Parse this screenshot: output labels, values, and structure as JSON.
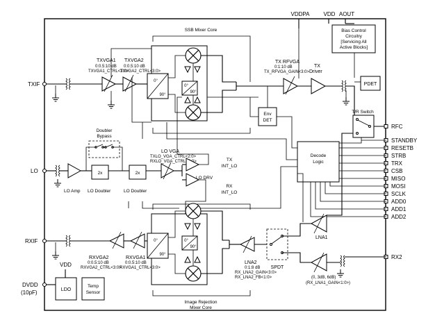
{
  "top_pins": {
    "vddpa": "VDDPA",
    "vdd": "VDD",
    "aout": "AOUT"
  },
  "left_pins": {
    "txif": "TXIF",
    "lo": "LO",
    "rxif": "RXIF",
    "vdd_ldo": "VDD",
    "dvdd": "DVDD",
    "dvdd_cap": "(10pF)"
  },
  "right_pins": [
    "RFC",
    "STANDBY",
    "RESETB",
    "STRB",
    "TRX",
    "CSB",
    "MISO",
    "MOSI",
    "SCLK",
    "ADD0",
    "ADD1",
    "ADD2",
    "RX2"
  ],
  "blocks": {
    "ssb_mixer_core": "SSB Mixer Core",
    "image_rejection_l1": "Image Rejection",
    "image_rejection_l2": "Mixer Core",
    "bias_l1": "Bias Control",
    "bias_l2": "Circuitry",
    "bias_l3": "[Servicing All",
    "bias_l4": "Active Blocks]",
    "pdet": "PDET",
    "tr_switch": "T/R Switch",
    "env_det_l1": "Env",
    "env_det_l2": "DET",
    "decode_l1": "Decode",
    "decode_l2": "Logic",
    "doubler_bypass_l1": "Doubler",
    "doubler_bypass_l2": "Bypass",
    "lo_amp": "LO Amp",
    "lo_doubler_1": "LO Doubler",
    "lo_doubler_2": "LO Doubler",
    "doubler_2x": "2x",
    "lo_vga": "LO VGA",
    "lo_vga_ctrl_1": "TXLO_VGA_CTRL<2:0>",
    "lo_vga_ctrl_2": "RXLO_VGA_CTRL<2:0>",
    "lo_drv": "LO DRV",
    "tx_int_lo_l1": "TX",
    "tx_int_lo_l2": "INT_LO",
    "rx_int_lo_l1": "RX",
    "rx_int_lo_l2": "INT_LO",
    "ldo": "LDO",
    "temp_l1": "Temp",
    "temp_l2": "Sensor",
    "spdt": "SPDT",
    "phase_0": "0°",
    "phase_90": "90°"
  },
  "amplifiers": {
    "txvga1": {
      "name": "TXVGA1",
      "range": "0:0.5:10 dB",
      "ctrl": "TXVGA1_CTRL<3:0>"
    },
    "txvga2": {
      "name": "TXVGA2",
      "range": "0:0.5:10 dB",
      "ctrl": "TXVGA2_CTRL<3:0>"
    },
    "tx_rfvga": {
      "name": "TX RFVGA",
      "range": "0:1:10 dB",
      "ctrl": "TX_RFVGA_GAIN<3:0>"
    },
    "tx_driver_l1": "TX",
    "tx_driver_l2": "Driver",
    "rxvga2": {
      "name": "RXVGA2",
      "range": "0:0.5:10 dB",
      "ctrl": "RXVGA2_CTRL<3:0>"
    },
    "rxvga1": {
      "name": "RXVGA1",
      "range": "0:0.5:10 dB",
      "ctrl": "RXVGA1_CTRL<3:0>"
    },
    "lna2": {
      "name": "LNA2",
      "range": "0:1:8 dB",
      "ctrl": "RX_LNA2_GAIN<3:0>",
      "ctrl2": "RX_LNA2_FB<1:0>"
    },
    "lna1": {
      "name": "LNA1",
      "range": "(0, 3dB, 6dB)",
      "ctrl": "(RX_LNA1_GAIN<1:0>)"
    }
  }
}
